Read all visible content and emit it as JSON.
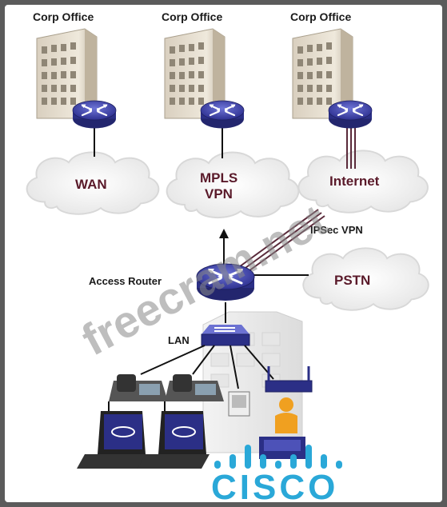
{
  "offices": [
    {
      "label": "Corp Office"
    },
    {
      "label": "Corp Office"
    },
    {
      "label": "Corp Office"
    }
  ],
  "clouds": {
    "wan": "WAN",
    "mpls_line1": "MPLS",
    "mpls_line2": "VPN",
    "internet": "Internet",
    "pstn": "PSTN"
  },
  "labels": {
    "ipsec_vpn": "IPSec VPN",
    "access_router": "Access Router",
    "lan": "LAN"
  },
  "watermark": "freecram.net",
  "logo": "CISCO",
  "colors": {
    "router": "#3b3fa8",
    "cloud_text": "#5a1a2a",
    "cisco": "#2aa8d8"
  }
}
